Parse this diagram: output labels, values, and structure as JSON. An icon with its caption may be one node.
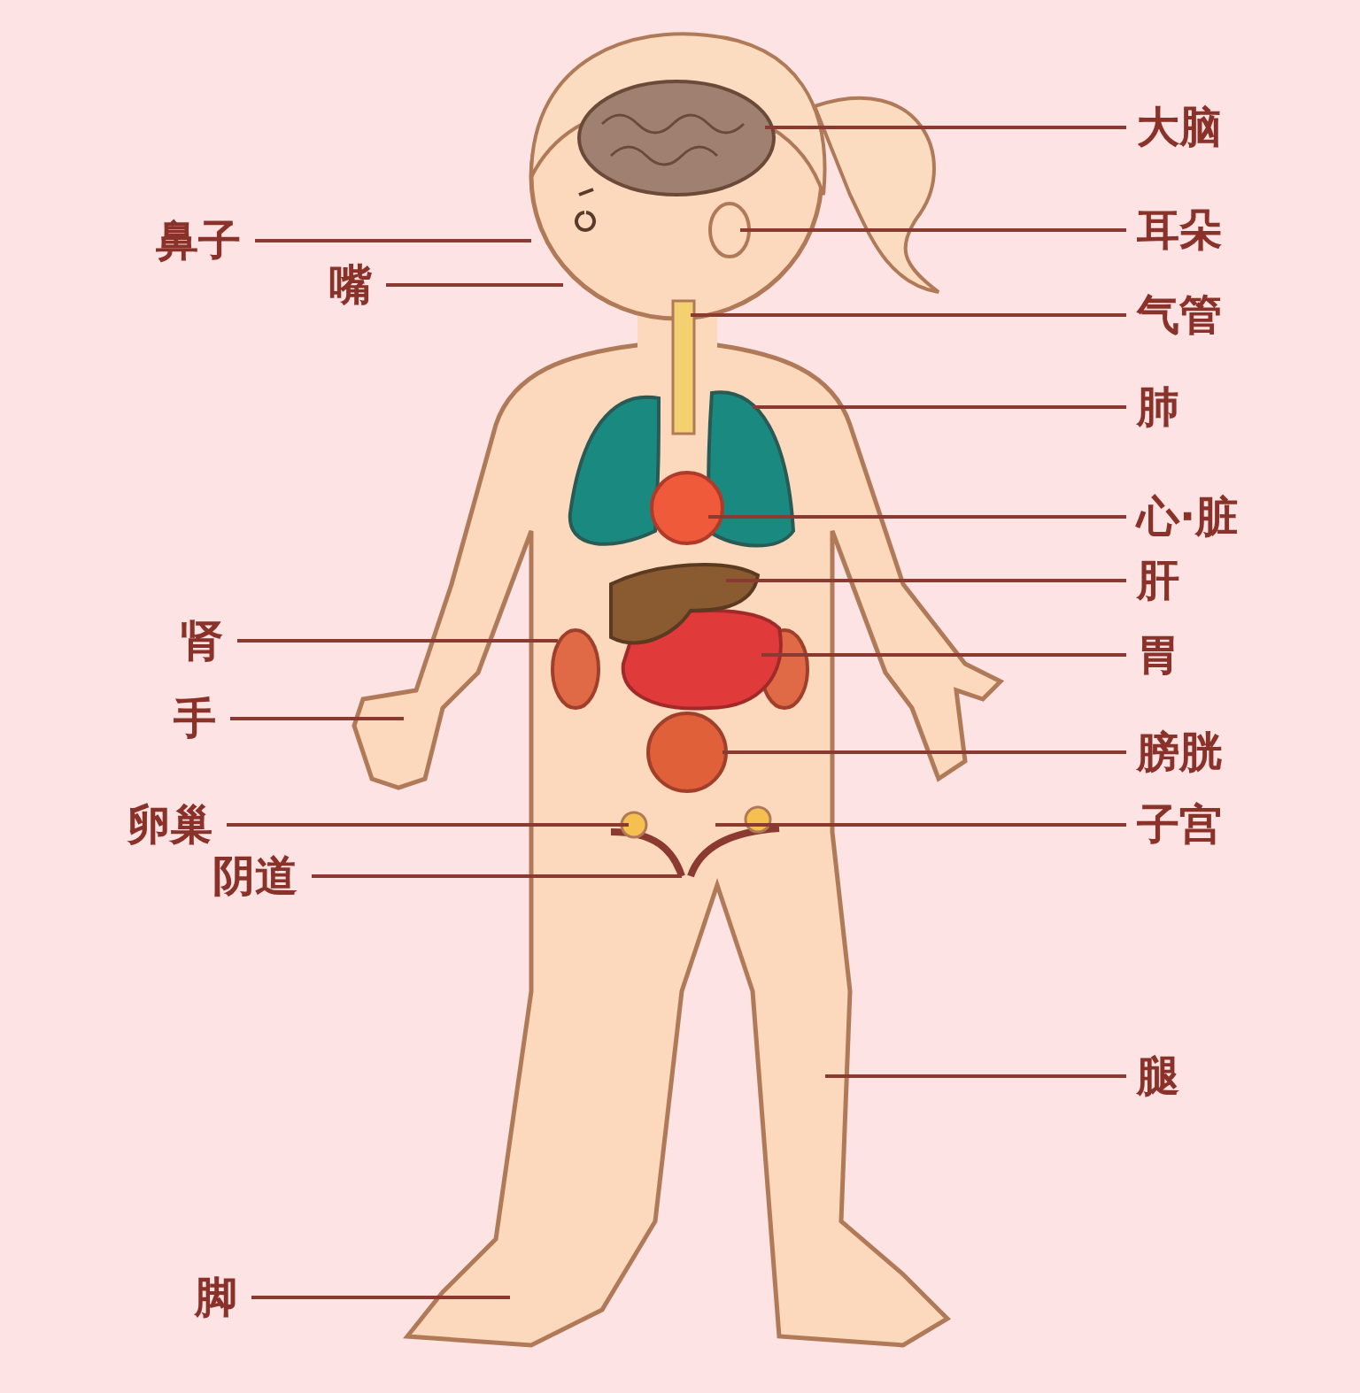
{
  "diagram": {
    "nodes": [
      {
        "text": [
          "大脑"
        ]
      },
      {
        "text": [
          "鼻子"
        ]
      },
      {
        "text": [
          "耳朵"
        ]
      },
      {
        "text": [
          "嘴"
        ]
      },
      {
        "text": [
          "气管"
        ]
      },
      {
        "text": [
          "肺"
        ]
      },
      {
        "text": [
          "心·脏"
        ]
      },
      {
        "text": [
          "肝"
        ]
      },
      {
        "text": [
          "肾"
        ]
      },
      {
        "text": [
          "胃"
        ]
      },
      {
        "text": [
          "手"
        ]
      },
      {
        "text": [
          "膀胱"
        ]
      },
      {
        "text": [
          "卵巢"
        ]
      },
      {
        "text": [
          "子宫"
        ]
      },
      {
        "text": [
          "阴道"
        ]
      },
      {
        "text": [
          "腿"
        ]
      },
      {
        "text": [
          "脚"
        ]
      }
    ],
    "edges": [
      {
        "from": 0,
        "to": null,
        "arrow": "none"
      },
      {
        "from": 1,
        "to": null,
        "arrow": "none"
      },
      {
        "from": 2,
        "to": null,
        "arrow": "none"
      },
      {
        "from": 3,
        "to": null,
        "arrow": "none"
      },
      {
        "from": 4,
        "to": null,
        "arrow": "none"
      },
      {
        "from": 5,
        "to": null,
        "arrow": "none"
      },
      {
        "from": 6,
        "to": null,
        "arrow": "none"
      },
      {
        "from": 7,
        "to": null,
        "arrow": "none"
      },
      {
        "from": 8,
        "to": null,
        "arrow": "none"
      },
      {
        "from": 9,
        "to": null,
        "arrow": "none"
      },
      {
        "from": 10,
        "to": null,
        "arrow": "none"
      },
      {
        "from": 11,
        "to": null,
        "arrow": "none"
      },
      {
        "from": 12,
        "to": null,
        "arrow": "none"
      },
      {
        "from": 13,
        "to": null,
        "arrow": "none"
      },
      {
        "from": 14,
        "to": null,
        "arrow": "none"
      },
      {
        "from": 15,
        "to": null,
        "arrow": "none"
      },
      {
        "from": 16,
        "to": null,
        "arrow": "none"
      }
    ]
  }
}
